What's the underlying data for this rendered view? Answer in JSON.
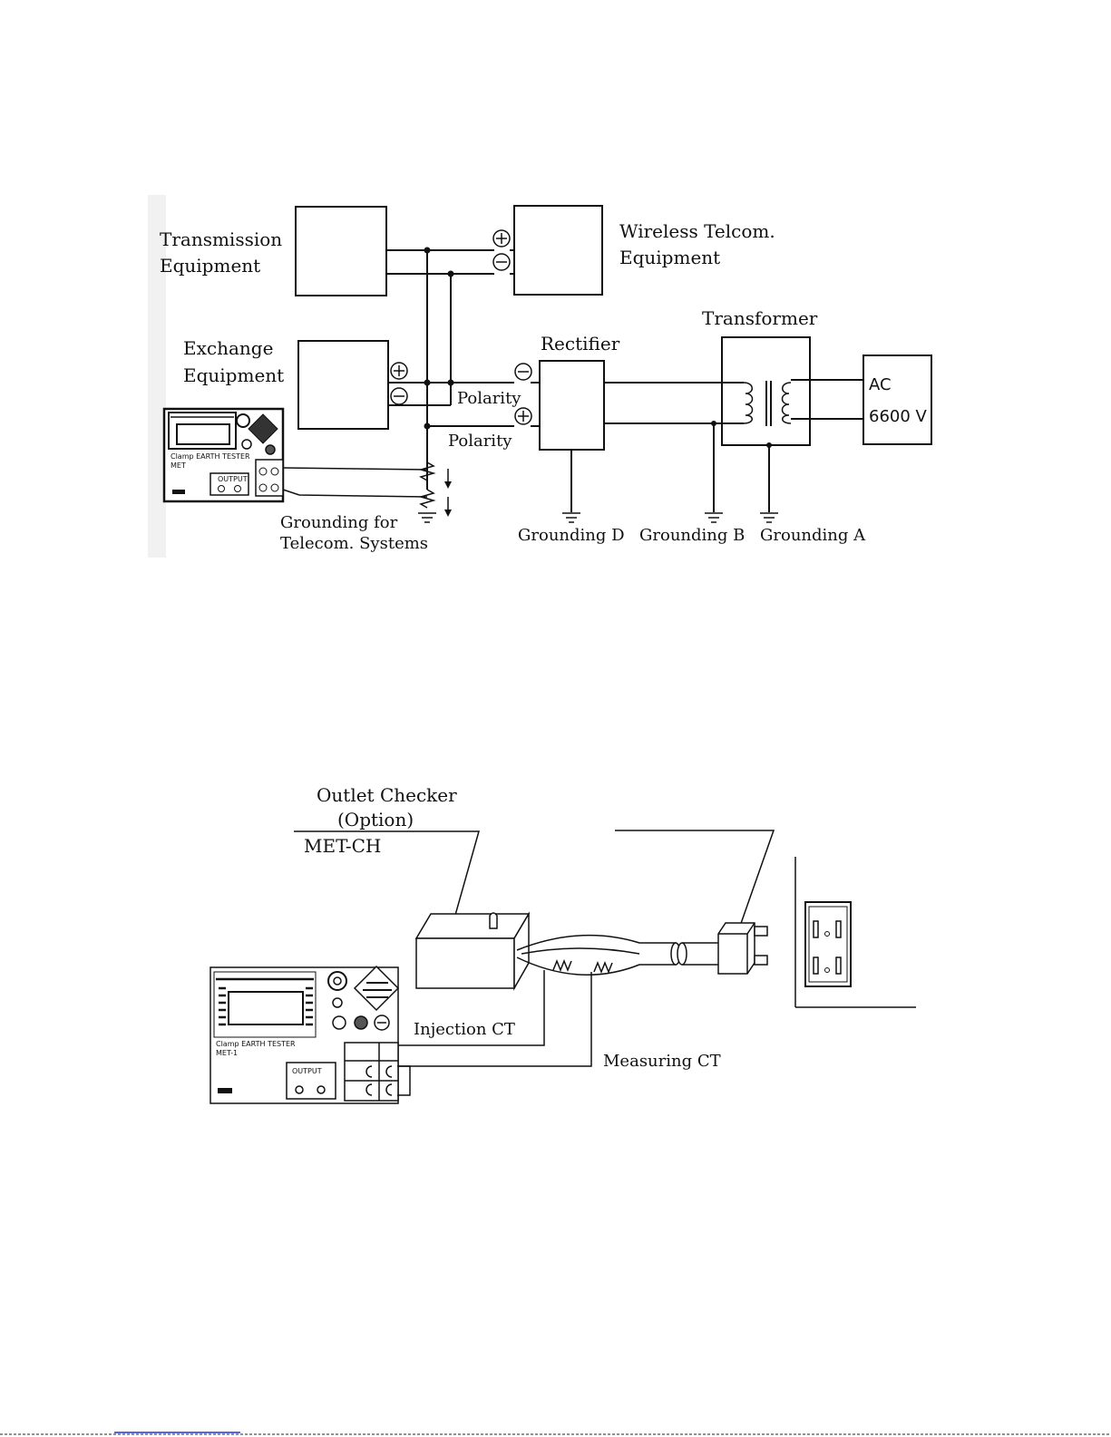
{
  "figure1": {
    "labels": {
      "transmission_1": "Transmission",
      "transmission_2": "Equipment",
      "wireless_1": "Wireless Telcom.",
      "wireless_2": "Equipment",
      "exchange_1": "Exchange",
      "exchange_2": "Equipment",
      "rectifier": "Rectifier",
      "transformer": "Transformer",
      "ac_1": "AC",
      "ac_2": "6600 V",
      "polarity_1": "Polarity",
      "polarity_2": "Polarity",
      "grounding_telecom_1": "Grounding for",
      "grounding_telecom_2": "Telecom. Systems",
      "grounding_d": "Grounding D",
      "grounding_b": "Grounding B",
      "grounding_a": "Grounding A"
    },
    "tester": {
      "brand": "Clamp EARTH TESTER",
      "model": "MET",
      "output": "OUTPUT"
    }
  },
  "figure2": {
    "labels": {
      "outlet_checker": "Outlet Checker",
      "option": "(Option)",
      "met_ch": "MET-CH",
      "injection_ct": "Injection CT",
      "measuring_ct": "Measuring CT"
    },
    "tester": {
      "brand": "Clamp EARTH TESTER",
      "model": "MET-1",
      "output": "OUTPUT"
    }
  }
}
